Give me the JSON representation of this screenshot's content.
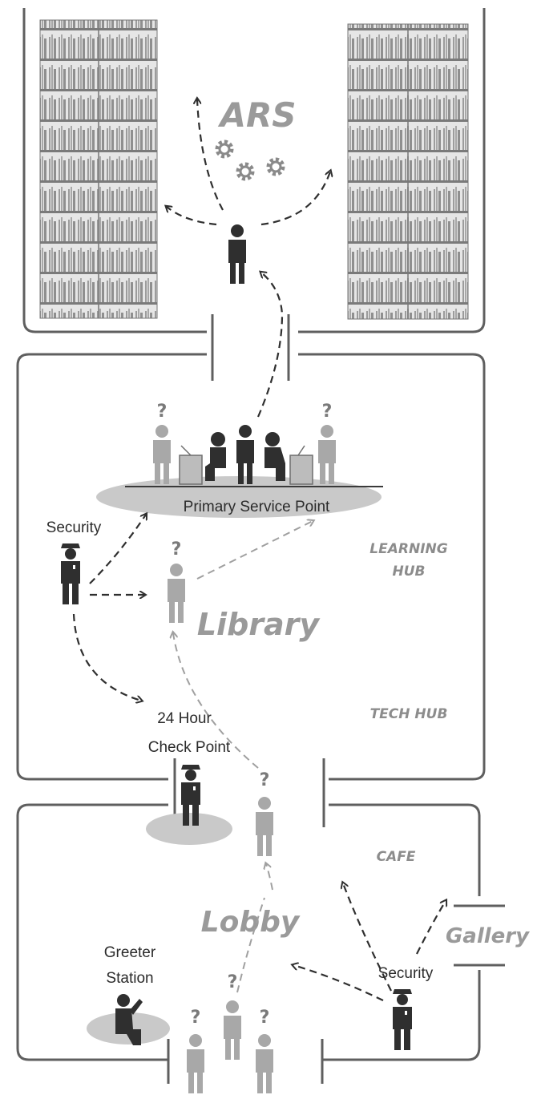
{
  "labels": {
    "ars": "ARS",
    "primary_service_point": "Primary Service Point",
    "security_library": "Security",
    "learning_hub_line1": "LEARNING",
    "learning_hub_line2": "HUB",
    "library": "Library",
    "tech_hub": "TECH HUB",
    "checkpoint_line1": "24 Hour",
    "checkpoint_line2": "Check Point",
    "cafe": "CAFE",
    "lobby": "Lobby",
    "gallery": "Gallery",
    "greeter_line1": "Greeter",
    "greeter_line2": "Station",
    "security_lobby": "Security"
  },
  "question_mark": "?",
  "colors": {
    "wall": "#5f5f5f",
    "dark_figure": "#2f2f2f",
    "light_figure": "#a8a8a8",
    "floor_disc": "#c9c9c9",
    "shelf_bg": "#e6e6e6",
    "shelf_book": "#9c9c9c",
    "arrow": "#2f2f2f",
    "arrow_light": "#a0a0a0"
  },
  "icons": [
    "gear-icon",
    "person-icon",
    "security-officer-icon",
    "bookshelf-icon"
  ]
}
